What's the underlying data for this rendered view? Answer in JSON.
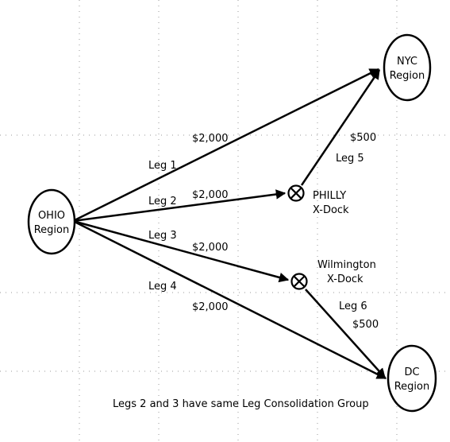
{
  "nodes": {
    "ohio": [
      "OHIO",
      "Region"
    ],
    "nyc": [
      "NYC",
      "Region"
    ],
    "dc": [
      "DC",
      "Region"
    ]
  },
  "docks": {
    "philly": [
      "PHILLY",
      "X-Dock"
    ],
    "wilmington": [
      "Wilmington",
      "X-Dock"
    ]
  },
  "legs": {
    "leg1": {
      "label": "Leg 1",
      "cost": "$2,000"
    },
    "leg2": {
      "label": "Leg 2",
      "cost": "$2,000"
    },
    "leg3": {
      "label": "Leg 3",
      "cost": "$2,000"
    },
    "leg4": {
      "label": "Leg 4",
      "cost": "$2,000"
    },
    "leg5": {
      "label": "Leg 5",
      "cost": "$500"
    },
    "leg6": {
      "label": "Leg 6",
      "cost": "$500"
    }
  },
  "note": "Legs 2 and 3 have same Leg Consolidation Group"
}
